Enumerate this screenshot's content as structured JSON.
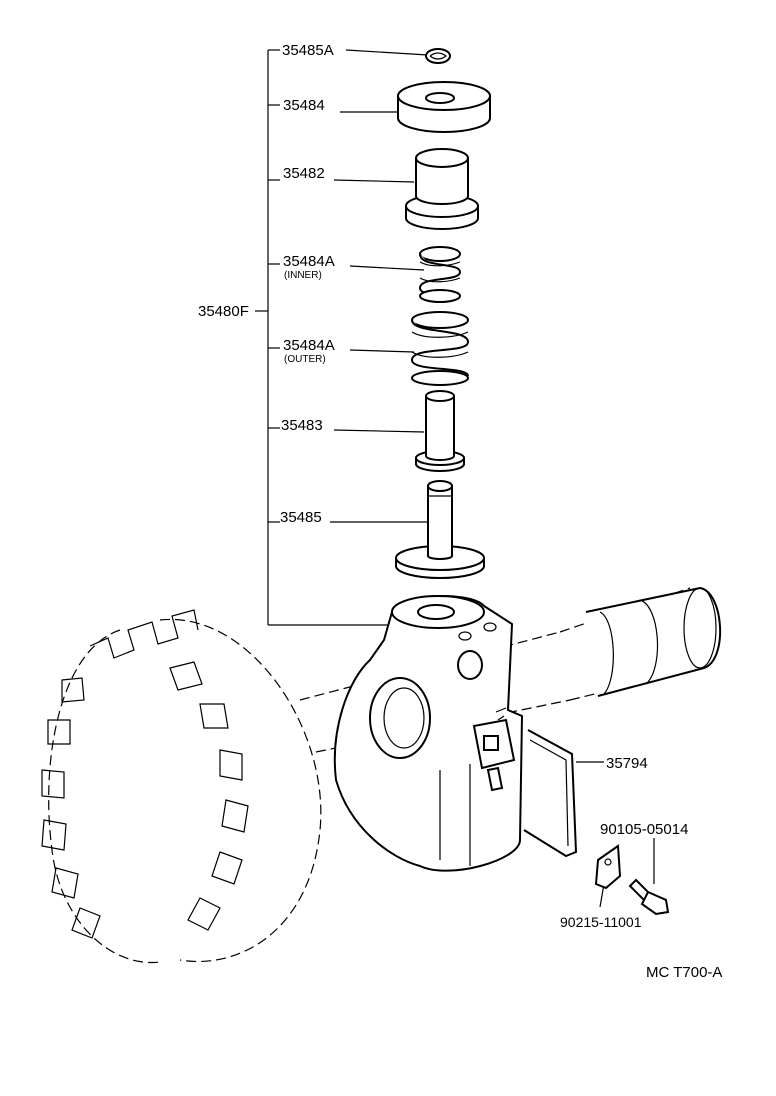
{
  "labels": {
    "p35485A": "35485A",
    "p35484": "35484",
    "p35482": "35482",
    "p35484A_inner": "35484A",
    "inner_note": "(INNER)",
    "p35480F": "35480F",
    "p35484A_outer": "35484A",
    "outer_note": "(OUTER)",
    "p35483": "35483",
    "p35485": "35485",
    "p35794": "35794",
    "p90105": "90105-05014",
    "p90215": "90215-11001",
    "catalog_code": "MC T700-A"
  }
}
